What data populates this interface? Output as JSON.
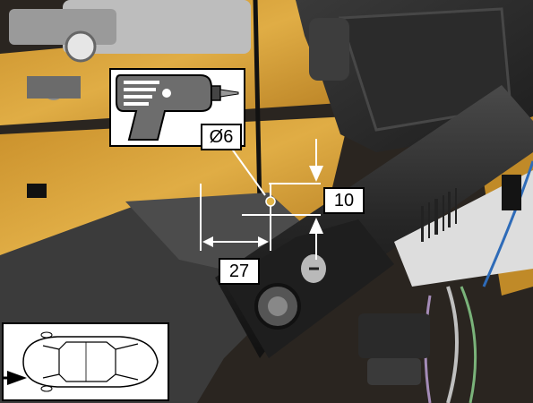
{
  "annotations": {
    "hole_diameter": "Ø6",
    "vertical_offset": "10",
    "horizontal_offset": "27"
  },
  "icons": {
    "tool": "drill-icon",
    "location": "car-top-view-icon",
    "location_marker": "arrow-right-icon"
  },
  "colors": {
    "callout_background": "#ffffff",
    "callout_border": "#000000",
    "chassis_yellow": "#d9a53a",
    "dark_plastic": "#2f2f2f"
  }
}
